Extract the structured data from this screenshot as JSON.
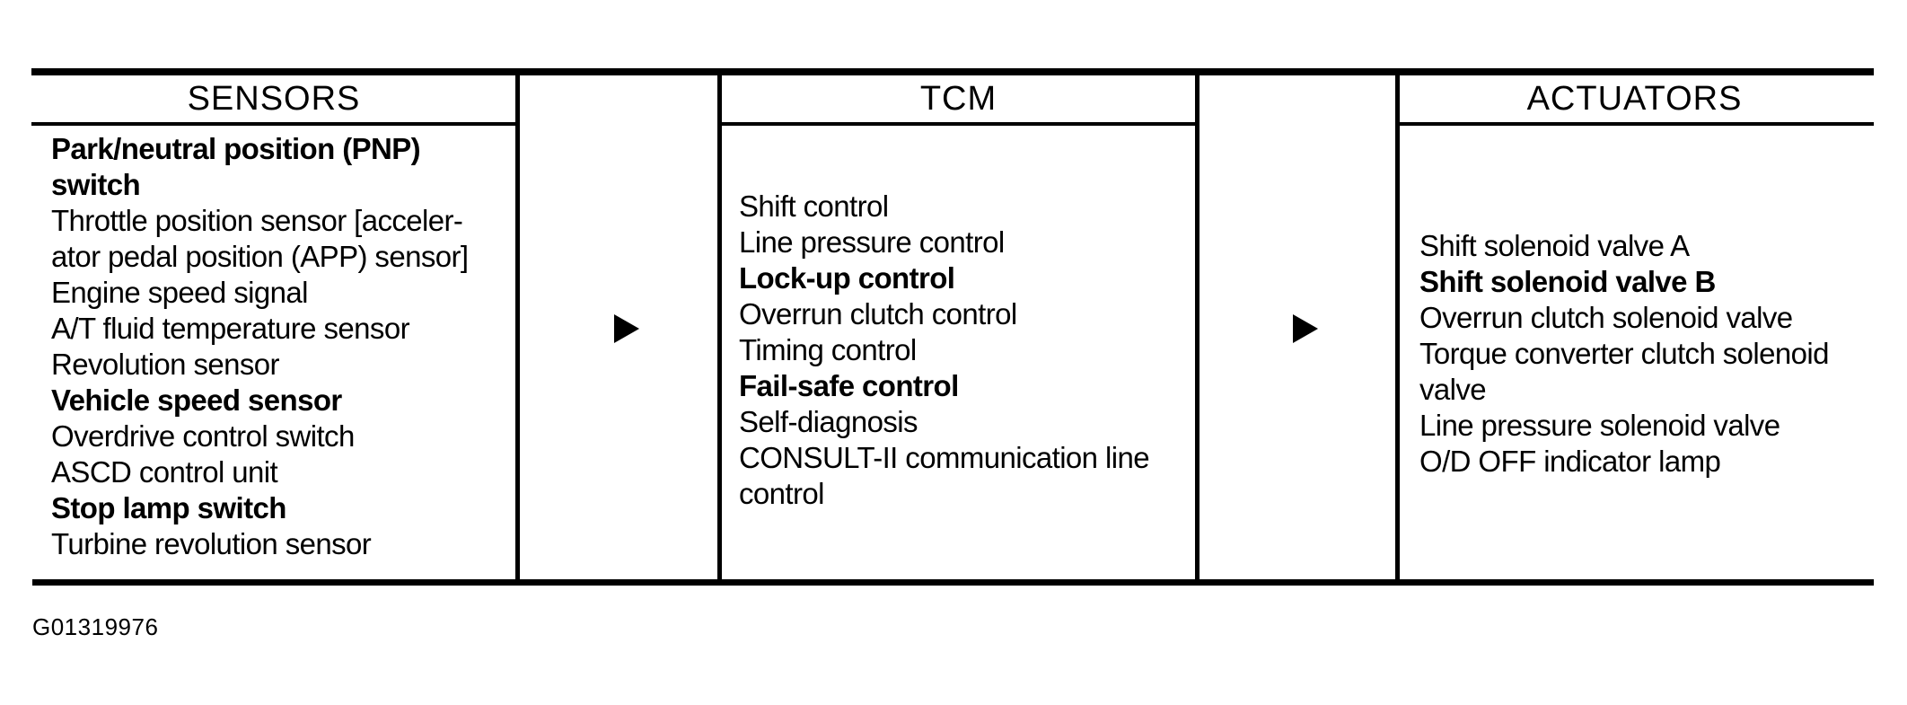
{
  "diagram": {
    "figure_id": "G01319976",
    "columns": [
      {
        "header": "SENSORS",
        "lines": [
          {
            "text": "Park/neutral position (PNP)",
            "bold": true
          },
          {
            "text": "switch",
            "bold": true
          },
          {
            "text": "Throttle position sensor [acceler-",
            "bold": false
          },
          {
            "text": "ator pedal position (APP) sensor]",
            "bold": false
          },
          {
            "text": "Engine speed signal",
            "bold": false
          },
          {
            "text": "A/T fluid temperature sensor",
            "bold": false
          },
          {
            "text": "Revolution sensor",
            "bold": false
          },
          {
            "text": "Vehicle speed sensor",
            "bold": true
          },
          {
            "text": "Overdrive control switch",
            "bold": false
          },
          {
            "text": "ASCD control unit",
            "bold": false
          },
          {
            "text": "Stop lamp switch",
            "bold": true
          },
          {
            "text": "Turbine revolution sensor",
            "bold": false
          }
        ]
      },
      {
        "header": "TCM",
        "lines": [
          {
            "text": "Shift control",
            "bold": false
          },
          {
            "text": "Line pressure control",
            "bold": false
          },
          {
            "text": "Lock-up control",
            "bold": true
          },
          {
            "text": "Overrun clutch control",
            "bold": false
          },
          {
            "text": "Timing control",
            "bold": false
          },
          {
            "text": "Fail-safe control",
            "bold": true
          },
          {
            "text": "Self-diagnosis",
            "bold": false
          },
          {
            "text": "CONSULT-II communication line",
            "bold": false
          },
          {
            "text": "control",
            "bold": false
          }
        ]
      },
      {
        "header": "ACTUATORS",
        "lines": [
          {
            "text": "Shift solenoid valve A",
            "bold": false
          },
          {
            "text": "Shift solenoid valve B",
            "bold": true
          },
          {
            "text": "Overrun clutch solenoid valve",
            "bold": false
          },
          {
            "text": "Torque converter clutch solenoid",
            "bold": false
          },
          {
            "text": "valve",
            "bold": false
          },
          {
            "text": "Line pressure solenoid valve",
            "bold": false
          },
          {
            "text": "O/D OFF indicator lamp",
            "bold": false
          }
        ]
      }
    ]
  }
}
